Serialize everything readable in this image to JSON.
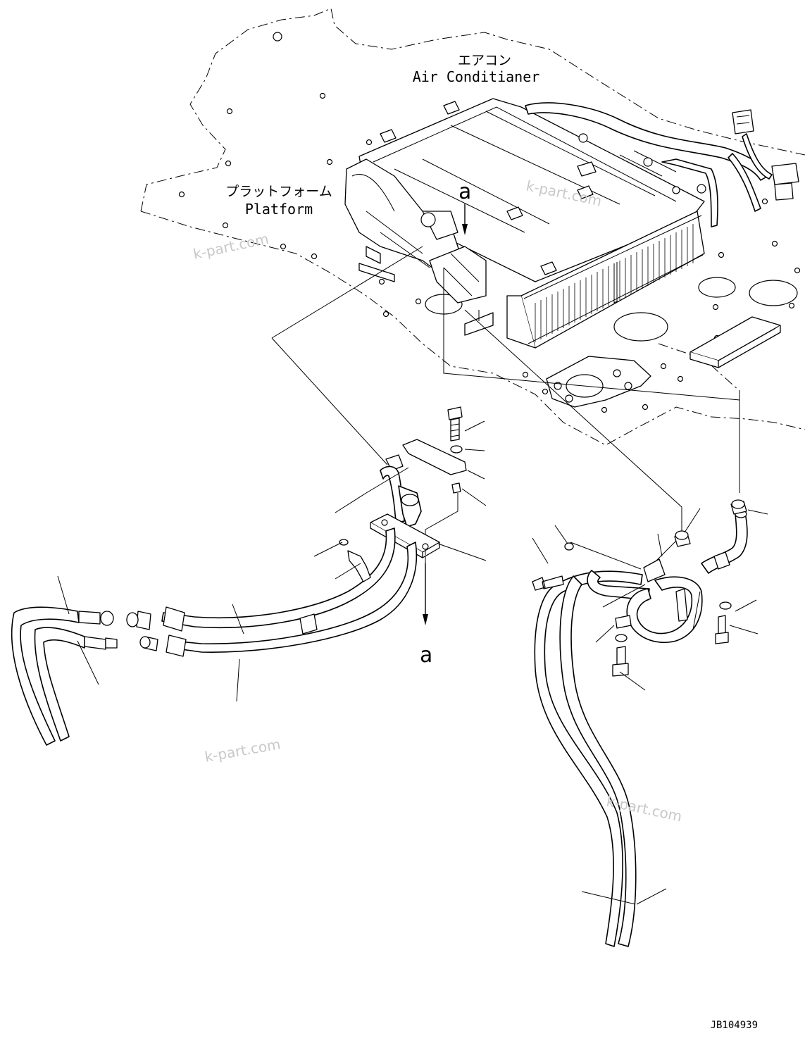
{
  "labels": {
    "air_conditioner_jp": "エアコン",
    "air_conditioner_en": "Air Conditianer",
    "platform_jp": "プラットフォーム",
    "platform_en": "Platform",
    "view_ref_top": "a",
    "view_ref_bottom": "a",
    "drawing_number": "JB104939"
  },
  "watermarks": [
    "k-part.com",
    "k-part.com",
    "k-part.com",
    "k-part.com"
  ]
}
